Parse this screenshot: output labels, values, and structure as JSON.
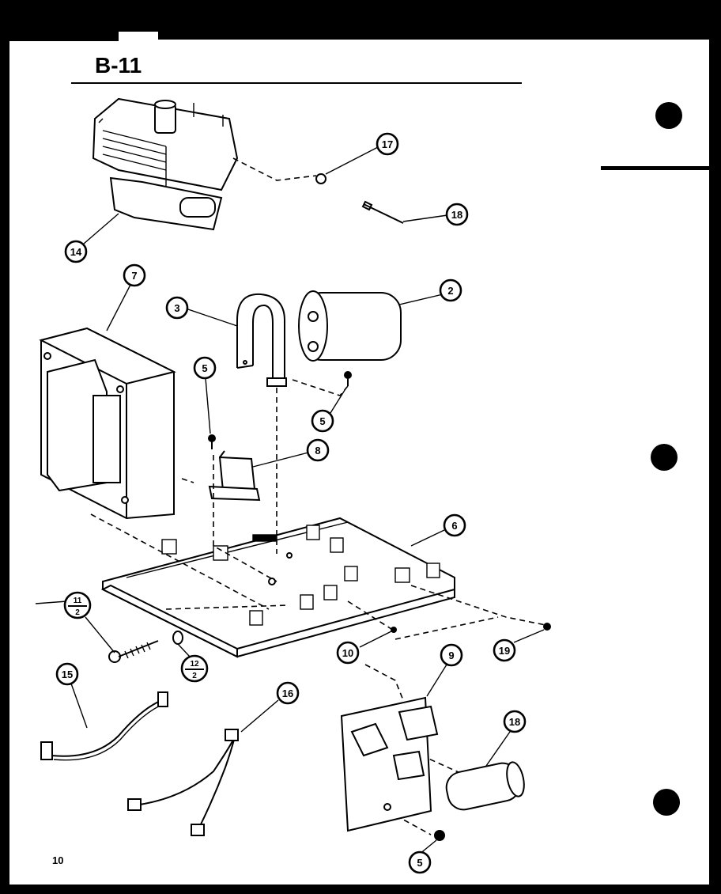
{
  "page": {
    "title": "B-11",
    "page_number": "10"
  },
  "callouts": [
    {
      "id": "c17",
      "label": "17"
    },
    {
      "id": "c18",
      "label": "18"
    },
    {
      "id": "c14",
      "label": "14"
    },
    {
      "id": "c7",
      "label": "7"
    },
    {
      "id": "c3",
      "label": "3"
    },
    {
      "id": "c2",
      "label": "2"
    },
    {
      "id": "c5a",
      "label": "5"
    },
    {
      "id": "c5b",
      "label": "5"
    },
    {
      "id": "c8",
      "label": "8"
    },
    {
      "id": "c6",
      "label": "6"
    },
    {
      "id": "c10",
      "label": "10"
    },
    {
      "id": "c19",
      "label": "19"
    },
    {
      "id": "c9",
      "label": "9"
    },
    {
      "id": "c15",
      "label": "15"
    },
    {
      "id": "c16",
      "label": "16"
    },
    {
      "id": "c18b",
      "label": "18"
    },
    {
      "id": "c5c",
      "label": "5"
    }
  ],
  "fraction_callouts": [
    {
      "id": "f11",
      "top": "11",
      "bottom": "2"
    },
    {
      "id": "f12",
      "top": "12",
      "bottom": "2"
    }
  ]
}
